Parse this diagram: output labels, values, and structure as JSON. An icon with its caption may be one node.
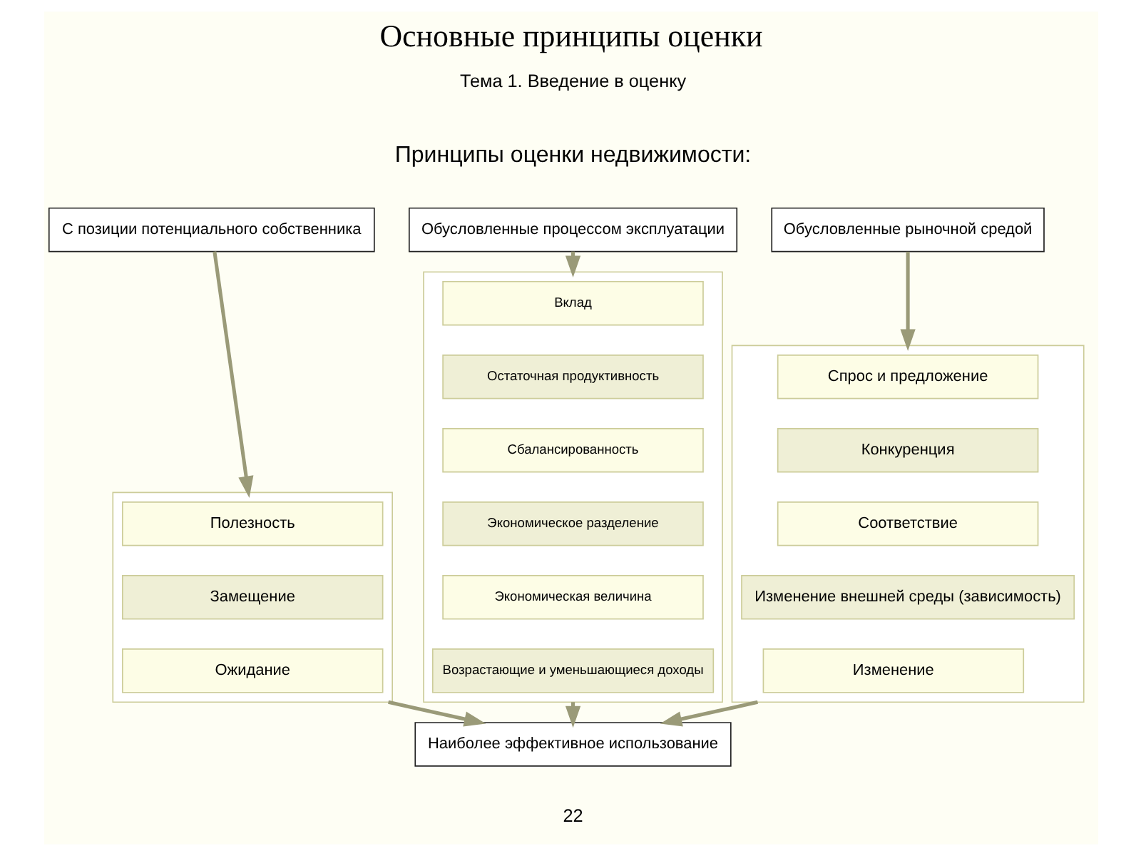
{
  "diagram": {
    "title": "Основные принципы оценки",
    "nodes": [
      {
        "text": [
          "С позиции потенциального собственника"
        ]
      },
      {
        "text": [
          "Обусловленные процессом эксплуатации"
        ]
      },
      {
        "text": [
          "Обусловленные рыночной средой"
        ]
      },
      {
        "text": [],
        "shape": "box"
      },
      {
        "text": [
          "Полезность"
        ],
        "in": 3
      },
      {
        "text": [
          "Замещение"
        ],
        "in": 3
      },
      {
        "text": [
          "Ожидание"
        ],
        "in": 3
      },
      {
        "text": [],
        "shape": "box"
      },
      {
        "text": [
          "Вклад"
        ],
        "in": 7
      },
      {
        "text": [
          "Остаточная продуктивность"
        ],
        "in": 7
      },
      {
        "text": [
          "Сбалансированность"
        ],
        "in": 7
      },
      {
        "text": [
          "Экономическое разделение"
        ],
        "in": 7
      },
      {
        "text": [
          "Экономическая величина"
        ],
        "in": 7
      },
      {
        "text": [
          "Возрастающие и уменьшающиеся доходы"
        ],
        "in": 7
      },
      {
        "text": [],
        "shape": "box"
      },
      {
        "text": [
          "Спрос и предложение"
        ],
        "in": 14
      },
      {
        "text": [
          "Конкуренция"
        ],
        "in": 14
      },
      {
        "text": [
          "Соответствие"
        ],
        "in": 14
      },
      {
        "text": [
          "Изменение внешней среды (зависимость)"
        ],
        "in": 14
      },
      {
        "text": [
          "Изменение"
        ],
        "in": 14
      },
      {
        "text": [
          "Наиболее эффективное использование"
        ]
      }
    ],
    "edges": [
      {
        "from": 0,
        "to": 3,
        "arrow": "to"
      },
      {
        "from": 1,
        "to": 7,
        "arrow": "to"
      },
      {
        "from": 2,
        "to": 14,
        "arrow": "to"
      },
      {
        "from": 3,
        "to": 20,
        "arrow": "to"
      },
      {
        "from": 7,
        "to": 20,
        "arrow": "to"
      },
      {
        "from": 14,
        "to": 20,
        "arrow": "to"
      }
    ],
    "labels": [
      "Тема 1. Введение в оценку",
      "Принципы оценки недвижимости:",
      "22"
    ]
  }
}
